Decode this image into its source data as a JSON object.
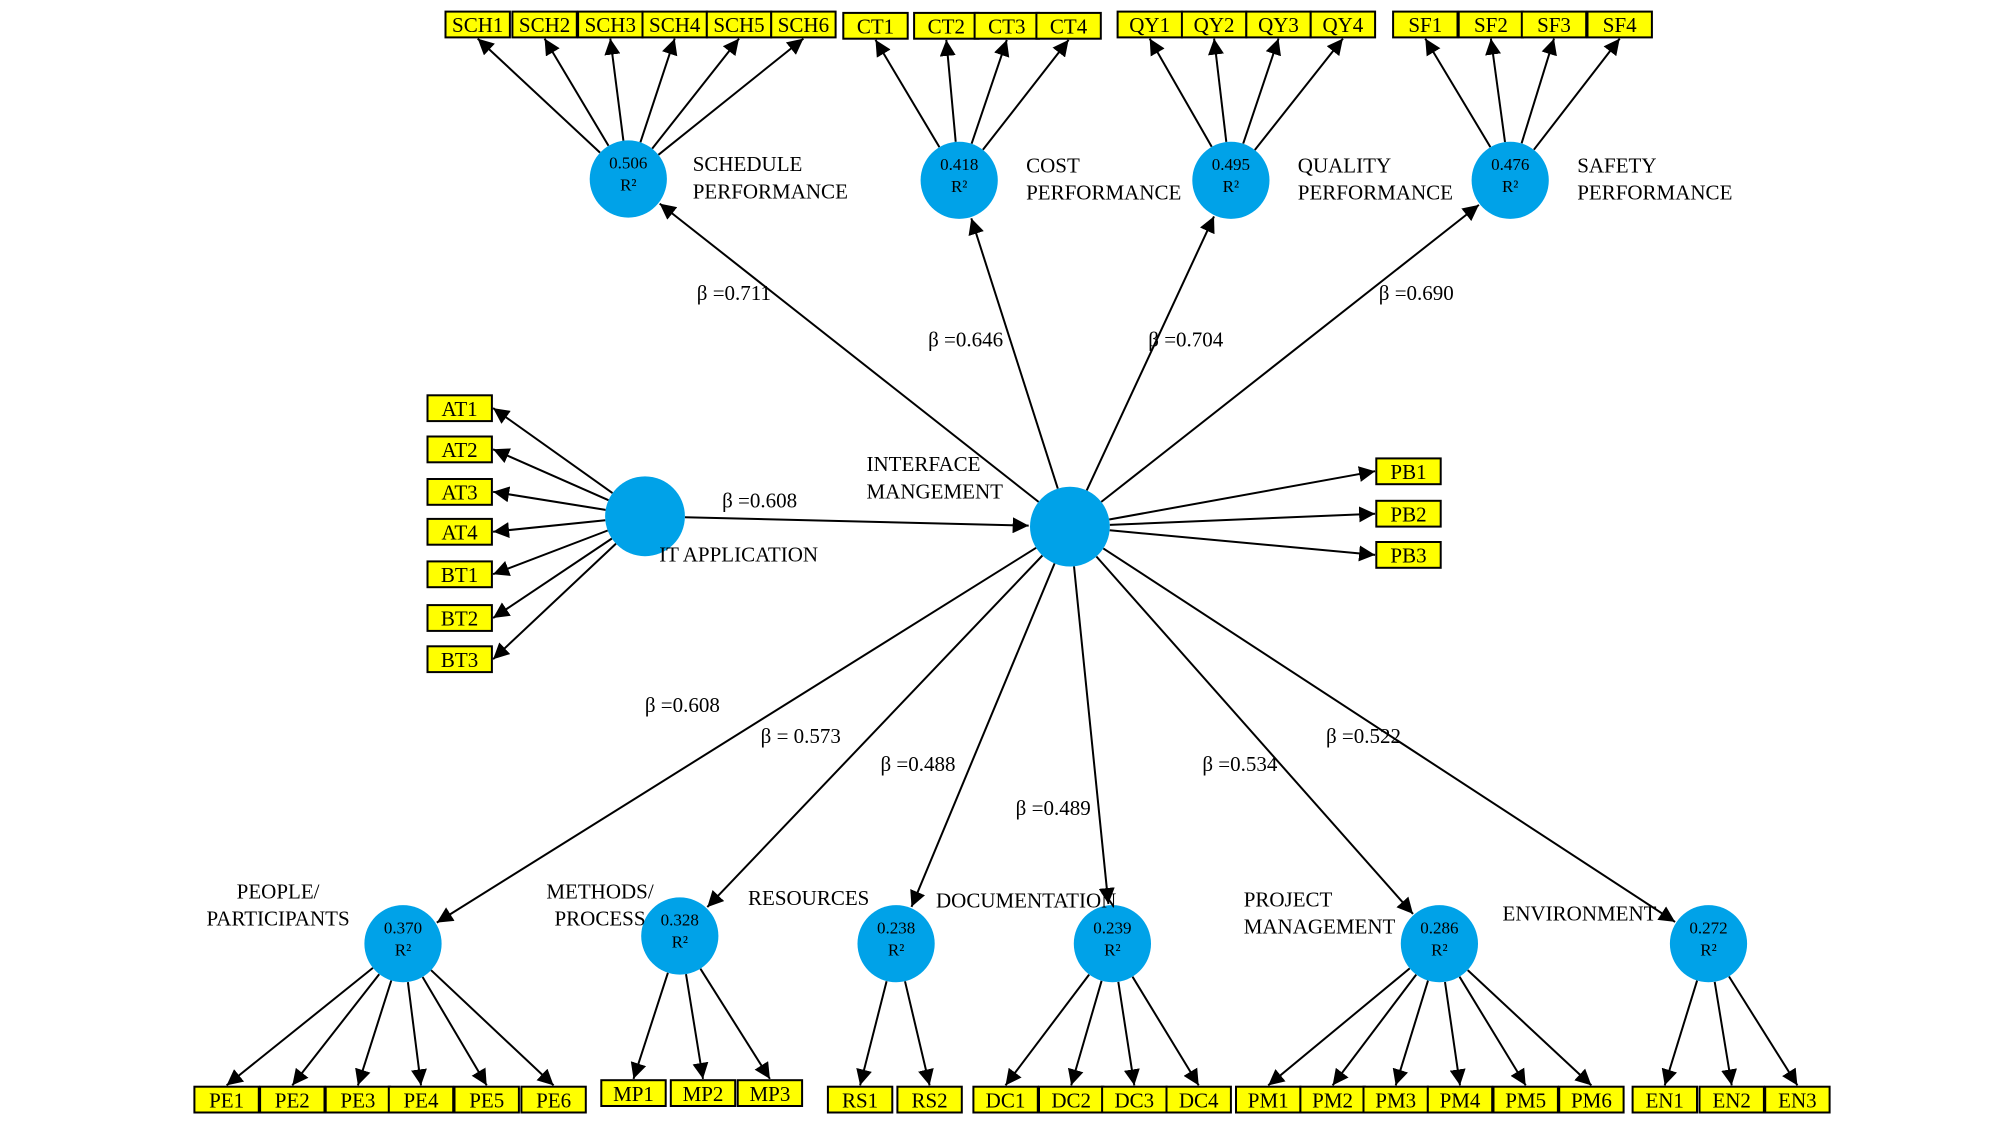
{
  "colors": {
    "construct": "#00a2e8",
    "indicator_fill": "#ffff00",
    "line": "#000000"
  },
  "r2_symbol": "R²",
  "constructs": [
    {
      "id": "im",
      "label": [
        "INTERFACE",
        "MANGEMENT"
      ]
    },
    {
      "id": "it",
      "label": [
        "IT APPLICATION"
      ]
    },
    {
      "id": "sch",
      "label": [
        "SCHEDULE",
        "PERFORMANCE"
      ],
      "r2": "0.506"
    },
    {
      "id": "ct",
      "label": [
        "COST",
        "PERFORMANCE"
      ],
      "r2": "0.418"
    },
    {
      "id": "qy",
      "label": [
        "QUALITY",
        "PERFORMANCE"
      ],
      "r2": "0.495"
    },
    {
      "id": "sf",
      "label": [
        "SAFETY",
        "PERFORMANCE"
      ],
      "r2": "0.476"
    },
    {
      "id": "pe",
      "label": [
        "PEOPLE/",
        "PARTICIPANTS"
      ],
      "r2": "0.370"
    },
    {
      "id": "mp",
      "label": [
        "METHODS/",
        "PROCESS"
      ],
      "r2": "0.328"
    },
    {
      "id": "rs",
      "label": [
        "RESOURCES"
      ],
      "r2": "0.238"
    },
    {
      "id": "dc",
      "label": [
        "DOCUMENTATION"
      ],
      "r2": "0.239"
    },
    {
      "id": "pm",
      "label": [
        "PROJECT",
        "MANAGEMENT"
      ],
      "r2": "0.286"
    },
    {
      "id": "en",
      "label": [
        "ENVIRONMENT"
      ],
      "r2": "0.272"
    }
  ],
  "paths": [
    {
      "from": "it",
      "to": "im",
      "label": "β =0.608"
    },
    {
      "from": "im",
      "to": "sch",
      "label": "β =0.711"
    },
    {
      "from": "im",
      "to": "ct",
      "label": "β =0.646"
    },
    {
      "from": "im",
      "to": "qy",
      "label": "β =0.704"
    },
    {
      "from": "im",
      "to": "sf",
      "label": "β =0.690"
    },
    {
      "from": "im",
      "to": "pe",
      "label": "β =0.608"
    },
    {
      "from": "im",
      "to": "mp",
      "label": "β = 0.573"
    },
    {
      "from": "im",
      "to": "rs",
      "label": "β =0.488"
    },
    {
      "from": "im",
      "to": "dc",
      "label": "β =0.489"
    },
    {
      "from": "im",
      "to": "pm",
      "label": "β =0.534"
    },
    {
      "from": "im",
      "to": "en",
      "label": "β =0.522"
    }
  ],
  "indicators": {
    "sch": [
      "SCH1",
      "SCH2",
      "SCH3",
      "SCH4",
      "SCH5",
      "SCH6"
    ],
    "ct": [
      "CT1",
      "CT2",
      "CT3",
      "CT4"
    ],
    "qy": [
      "QY1",
      "QY2",
      "QY3",
      "QY4"
    ],
    "sf": [
      "SF1",
      "SF2",
      "SF3",
      "SF4"
    ],
    "it": [
      "AT1",
      "AT2",
      "AT3",
      "AT4",
      "BT1",
      "BT2",
      "BT3"
    ],
    "im": [
      "PB1",
      "PB2",
      "PB3"
    ],
    "pe": [
      "PE1",
      "PE2",
      "PE3",
      "PE4",
      "PE5",
      "PE6"
    ],
    "mp": [
      "MP1",
      "MP2",
      "MP3"
    ],
    "rs": [
      "RS1",
      "RS2"
    ],
    "dc": [
      "DC1",
      "DC2",
      "DC3",
      "DC4"
    ],
    "pm": [
      "PM1",
      "PM2",
      "PM3",
      "PM4",
      "PM5",
      "PM6"
    ],
    "en": [
      "EN1",
      "EN2",
      "EN3"
    ]
  }
}
